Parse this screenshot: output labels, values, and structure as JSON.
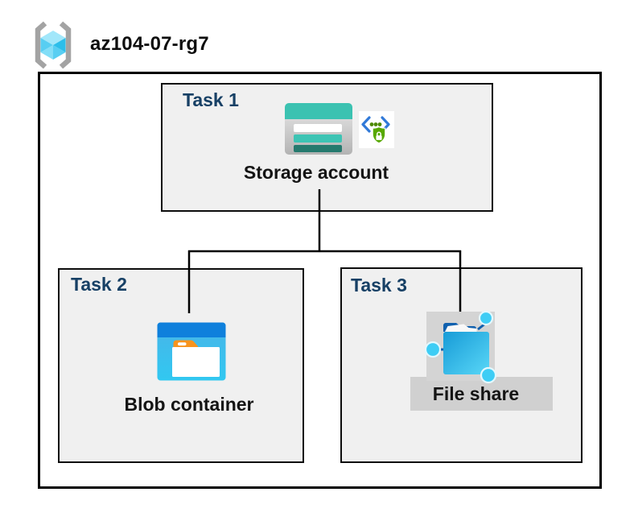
{
  "diagram": {
    "resource_group": {
      "name": "az104-07-rg7",
      "icon": "resource-group-icon"
    },
    "tasks": [
      {
        "label": "Task 1",
        "resource": "Storage account",
        "icons": [
          "storage-account-icon",
          "secure-access-sas-icon"
        ]
      },
      {
        "label": "Task 2",
        "resource": "Blob container",
        "icons": [
          "blob-container-icon"
        ]
      },
      {
        "label": "Task 3",
        "resource": "File share",
        "icons": [
          "file-share-icon"
        ]
      }
    ],
    "connections": [
      {
        "from": "Storage account",
        "to": "Blob container"
      },
      {
        "from": "Storage account",
        "to": "File share"
      }
    ],
    "colors": {
      "task_label_navy": "#174065",
      "box_background": "#f0f0f0",
      "border_black": "#000000",
      "storage_teal": "#3bc2b1",
      "storage_teal_dark": "#257a6e",
      "blob_header_blue": "#0f80dc",
      "blob_body_blue": "#3bc0ec",
      "folder_tab_orange": "#f7941e",
      "file_share_dark_blue": "#1060ae",
      "node_cyan": "#3ecdf5",
      "badge_bracket_blue": "#3079d8",
      "badge_green": "#57a802",
      "gray_highlight": "#d0d0d0"
    }
  }
}
